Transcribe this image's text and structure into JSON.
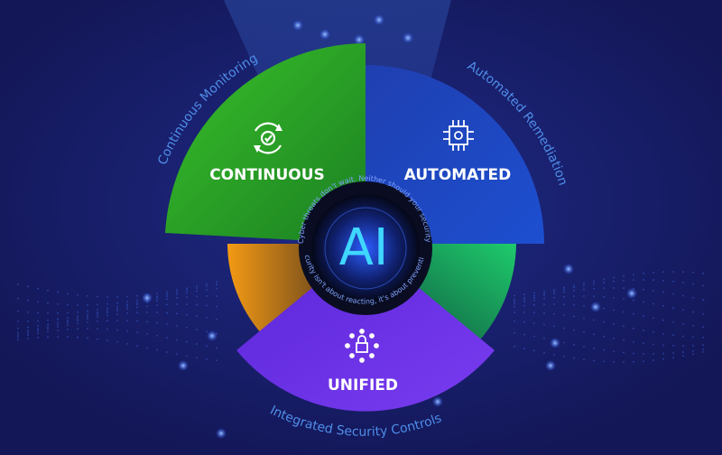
{
  "segments": {
    "continuous": {
      "label": "CONTINUOUS",
      "icon": "gear-cycle-icon",
      "color": "#2bb52a"
    },
    "automated": {
      "label": "AUTOMATED",
      "icon": "circuit-gear-icon",
      "color": "#1d46b8"
    },
    "unified": {
      "label": "UNIFIED",
      "icon": "network-lock-icon",
      "color": "#6a2ee0"
    }
  },
  "ring_labels": {
    "top_left": "Continuous Monitoring",
    "top_right": "Automated Remediation",
    "bottom": "Integrated Security Controls"
  },
  "hub": {
    "title": "AI",
    "top_text": "Cyber threats don't wait. Neither should your security.",
    "bottom_text": "Security isn't about reacting, it's about preventing."
  },
  "colors": {
    "background": "#15195e",
    "orange": "#f08a12",
    "teal_green": "#1fae6a",
    "ring_text": "#4f8de8",
    "ai": "#3fd6ff"
  }
}
